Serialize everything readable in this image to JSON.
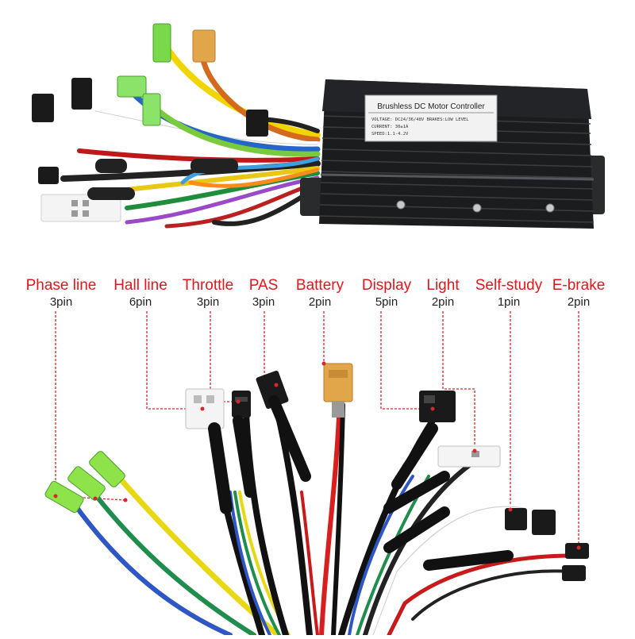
{
  "controller": {
    "title": "Brushless DC Motor Controller",
    "spec_lines": [
      "VOLTAGE: DC24/36/48V  BRAKES:LOW LEVEL",
      "CURRENT: 30±1A",
      "SPEED:1.1-4.2V"
    ]
  },
  "connectors": [
    {
      "name": "Phase line",
      "pins": "3pin"
    },
    {
      "name": "Hall line",
      "pins": "6pin"
    },
    {
      "name": "Throttle",
      "pins": "3pin"
    },
    {
      "name": "PAS",
      "pins": "3pin"
    },
    {
      "name": "Battery",
      "pins": "2pin"
    },
    {
      "name": "Display",
      "pins": "5pin"
    },
    {
      "name": "Light",
      "pins": "2pin"
    },
    {
      "name": "Self-study",
      "pins": "1pin"
    },
    {
      "name": "E-brake",
      "pins": "2pin"
    }
  ],
  "colors": {
    "label_red": "#e4161c",
    "controller_body": "#1b1c1e",
    "leader_line": "#d9262b",
    "phase_green": "#8ee34a",
    "battery_connector": "#e2a64a"
  }
}
